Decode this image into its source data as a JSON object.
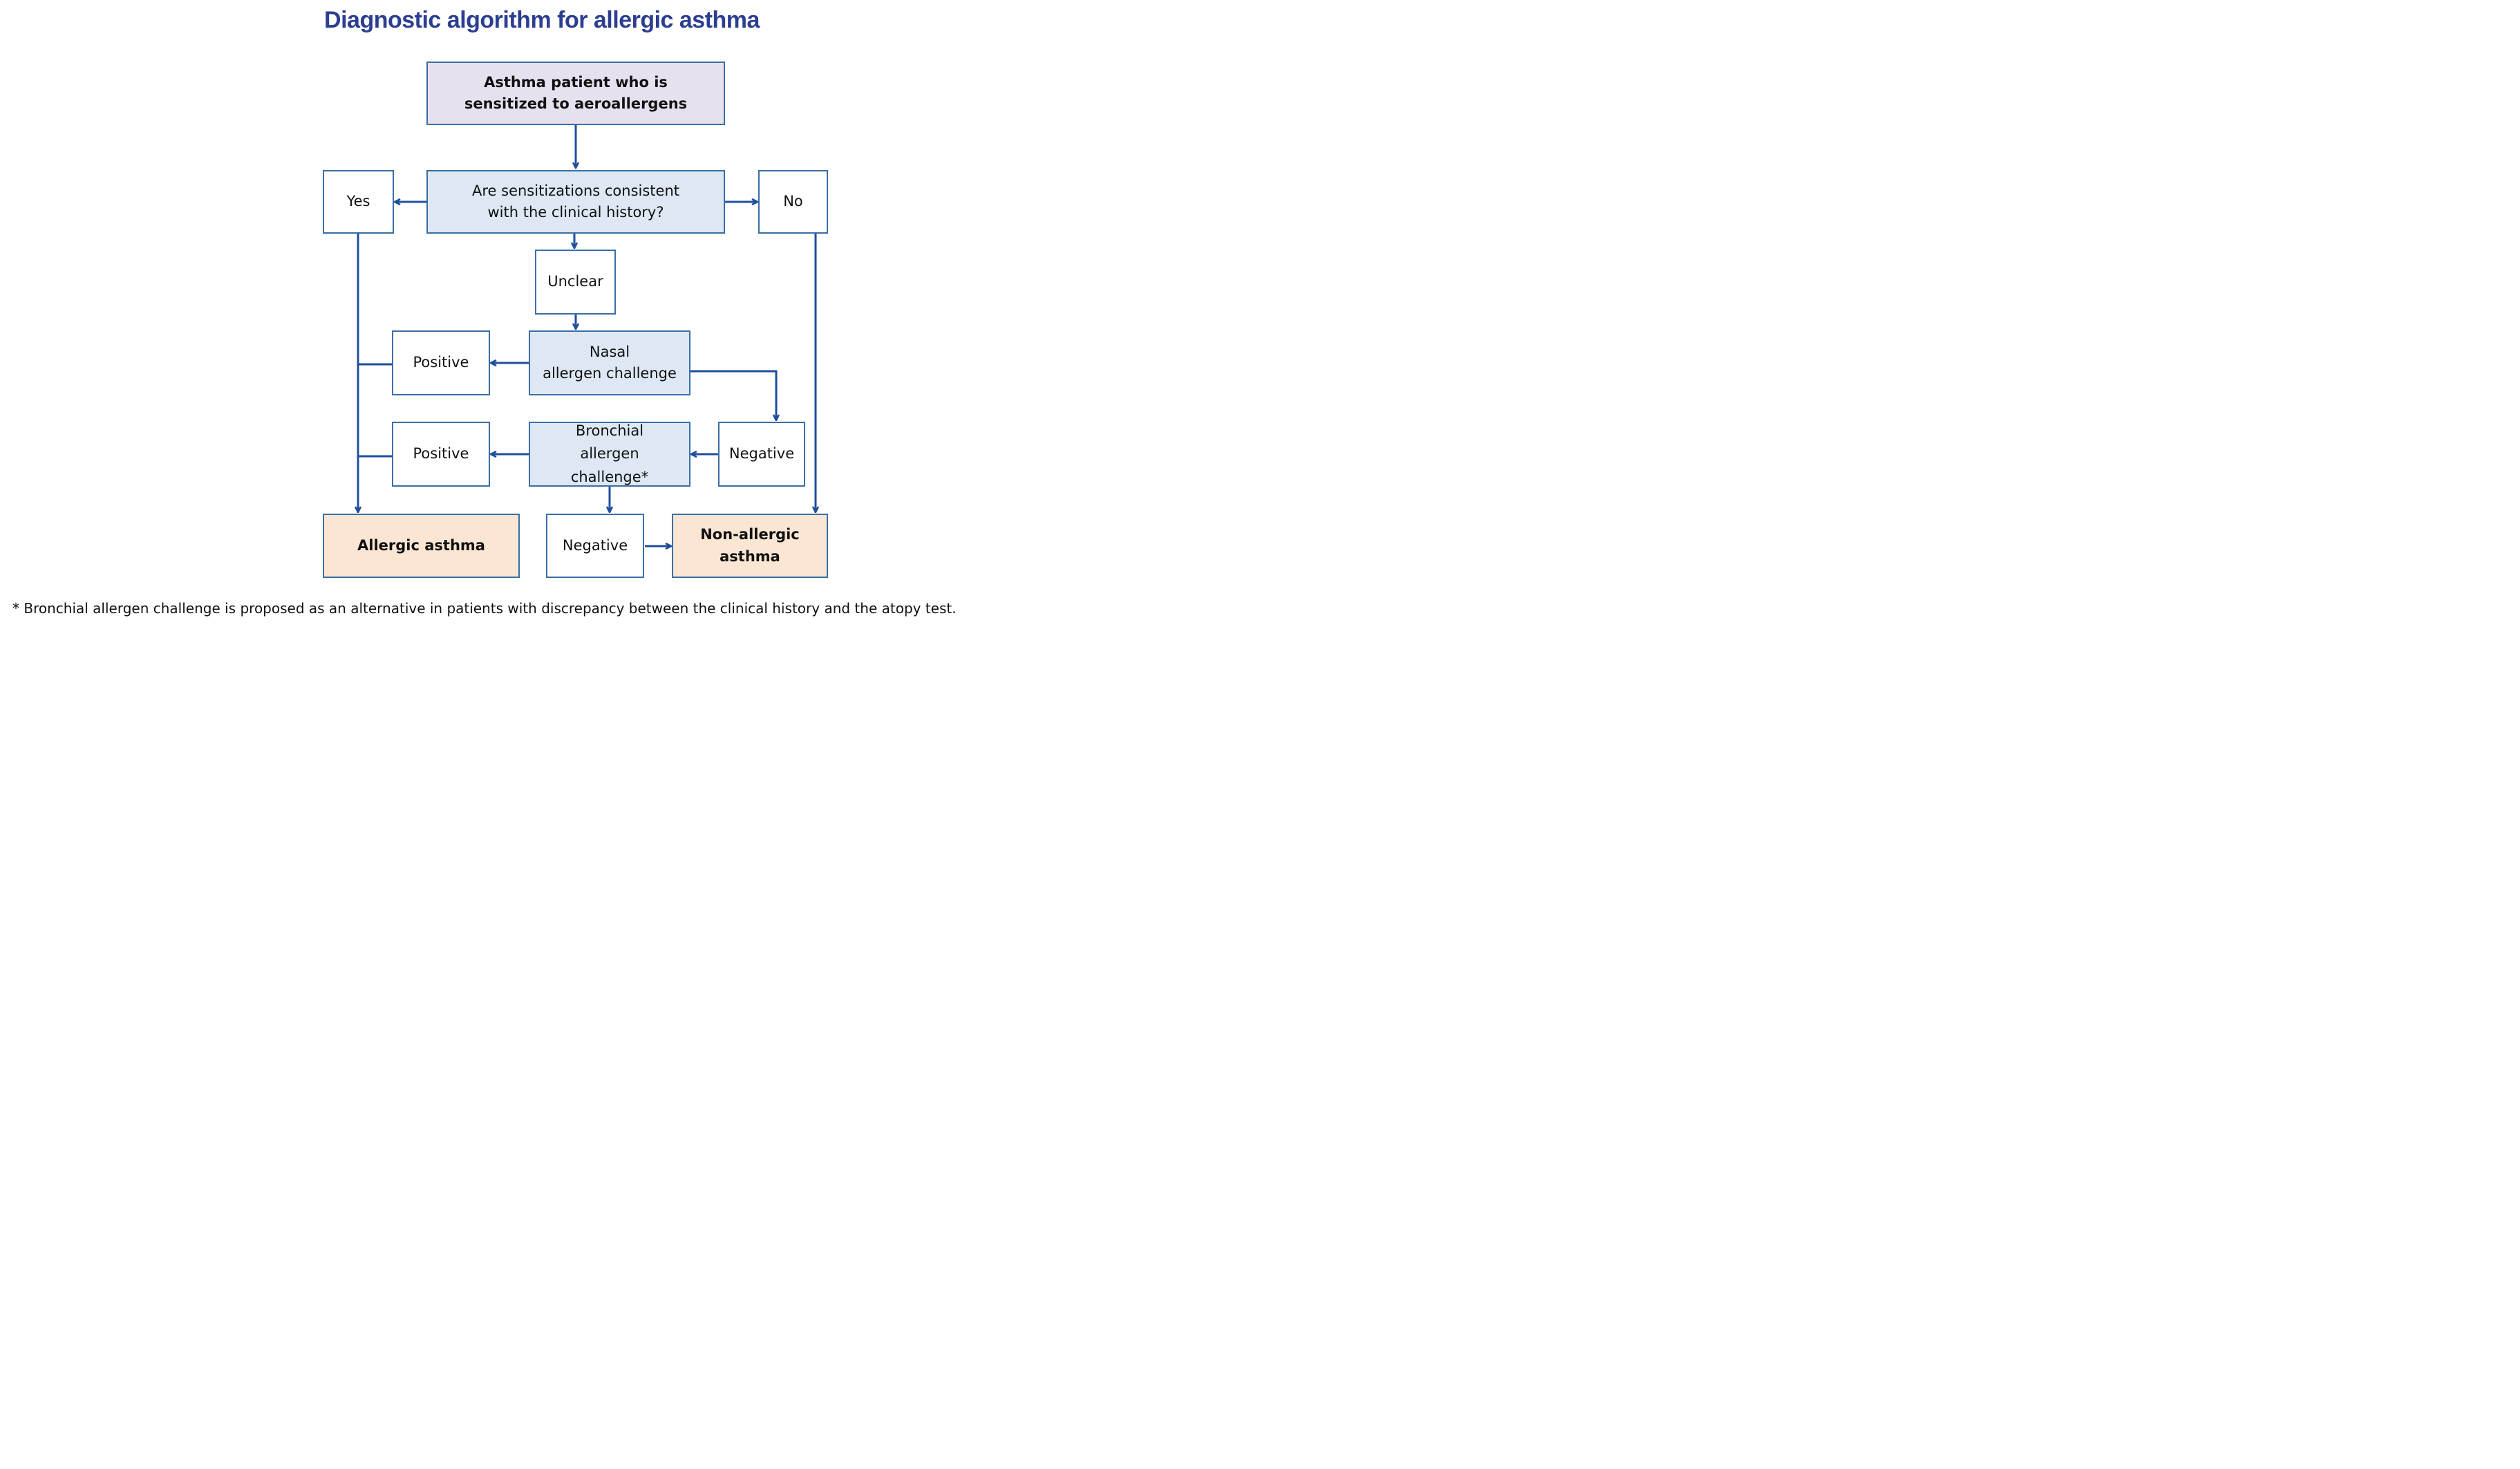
{
  "title": "Diagnostic algorithm for allergic asthma",
  "nodes": {
    "start": "Asthma patient who is\nsensitized to aeroallergens",
    "question": "Are sensitizations consistent\nwith the clinical history?",
    "yes": "Yes",
    "no": "No",
    "unclear": "Unclear",
    "nasal": "Nasal\nallergen challenge",
    "positive_nasal": "Positive",
    "negative_nasal": "Negative",
    "bronchial": "Bronchial\nallergen\nchallenge*",
    "positive_bronchial": "Positive",
    "negative_bronchial": "Negative",
    "allergic": "Allergic asthma",
    "non_allergic": "Non-allergic\nasthma"
  },
  "footnote": "* Bronchial allergen challenge is proposed as an alternative in patients with discrepancy between the clinical history and the atopy test.",
  "colors": {
    "title": "#2c3e92",
    "arrow": "#1f4e9c",
    "border": "#3a6ea5",
    "start_fill": "#e7e1ef",
    "decision_fill": "#dde8f4",
    "outcome_fill": "#fbe6d3"
  }
}
